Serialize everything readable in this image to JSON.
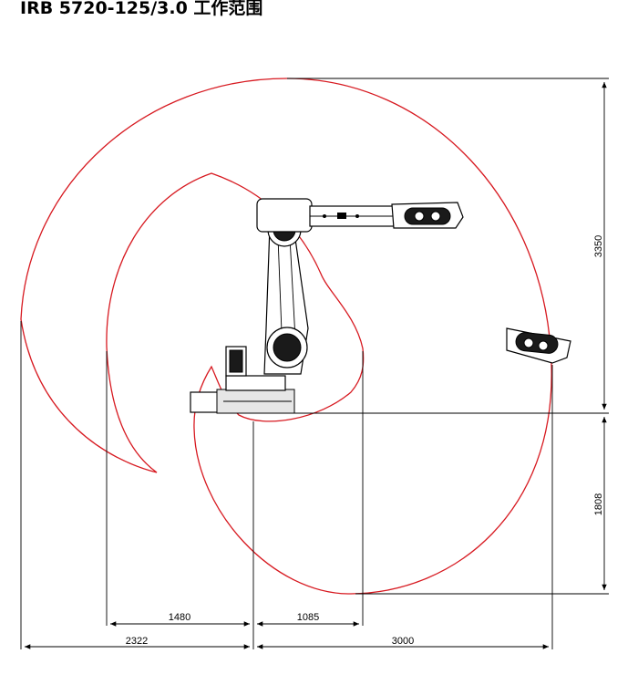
{
  "title": "IRB 5720-125/3.0 工作范围",
  "dimensions": {
    "height_top": "3350",
    "height_bottom": "1808",
    "left_inner": "1480",
    "right_inner": "1085",
    "left_outer": "2322",
    "right_outer": "3000"
  },
  "colors": {
    "envelope": "#d71920",
    "lines": "#000000"
  }
}
